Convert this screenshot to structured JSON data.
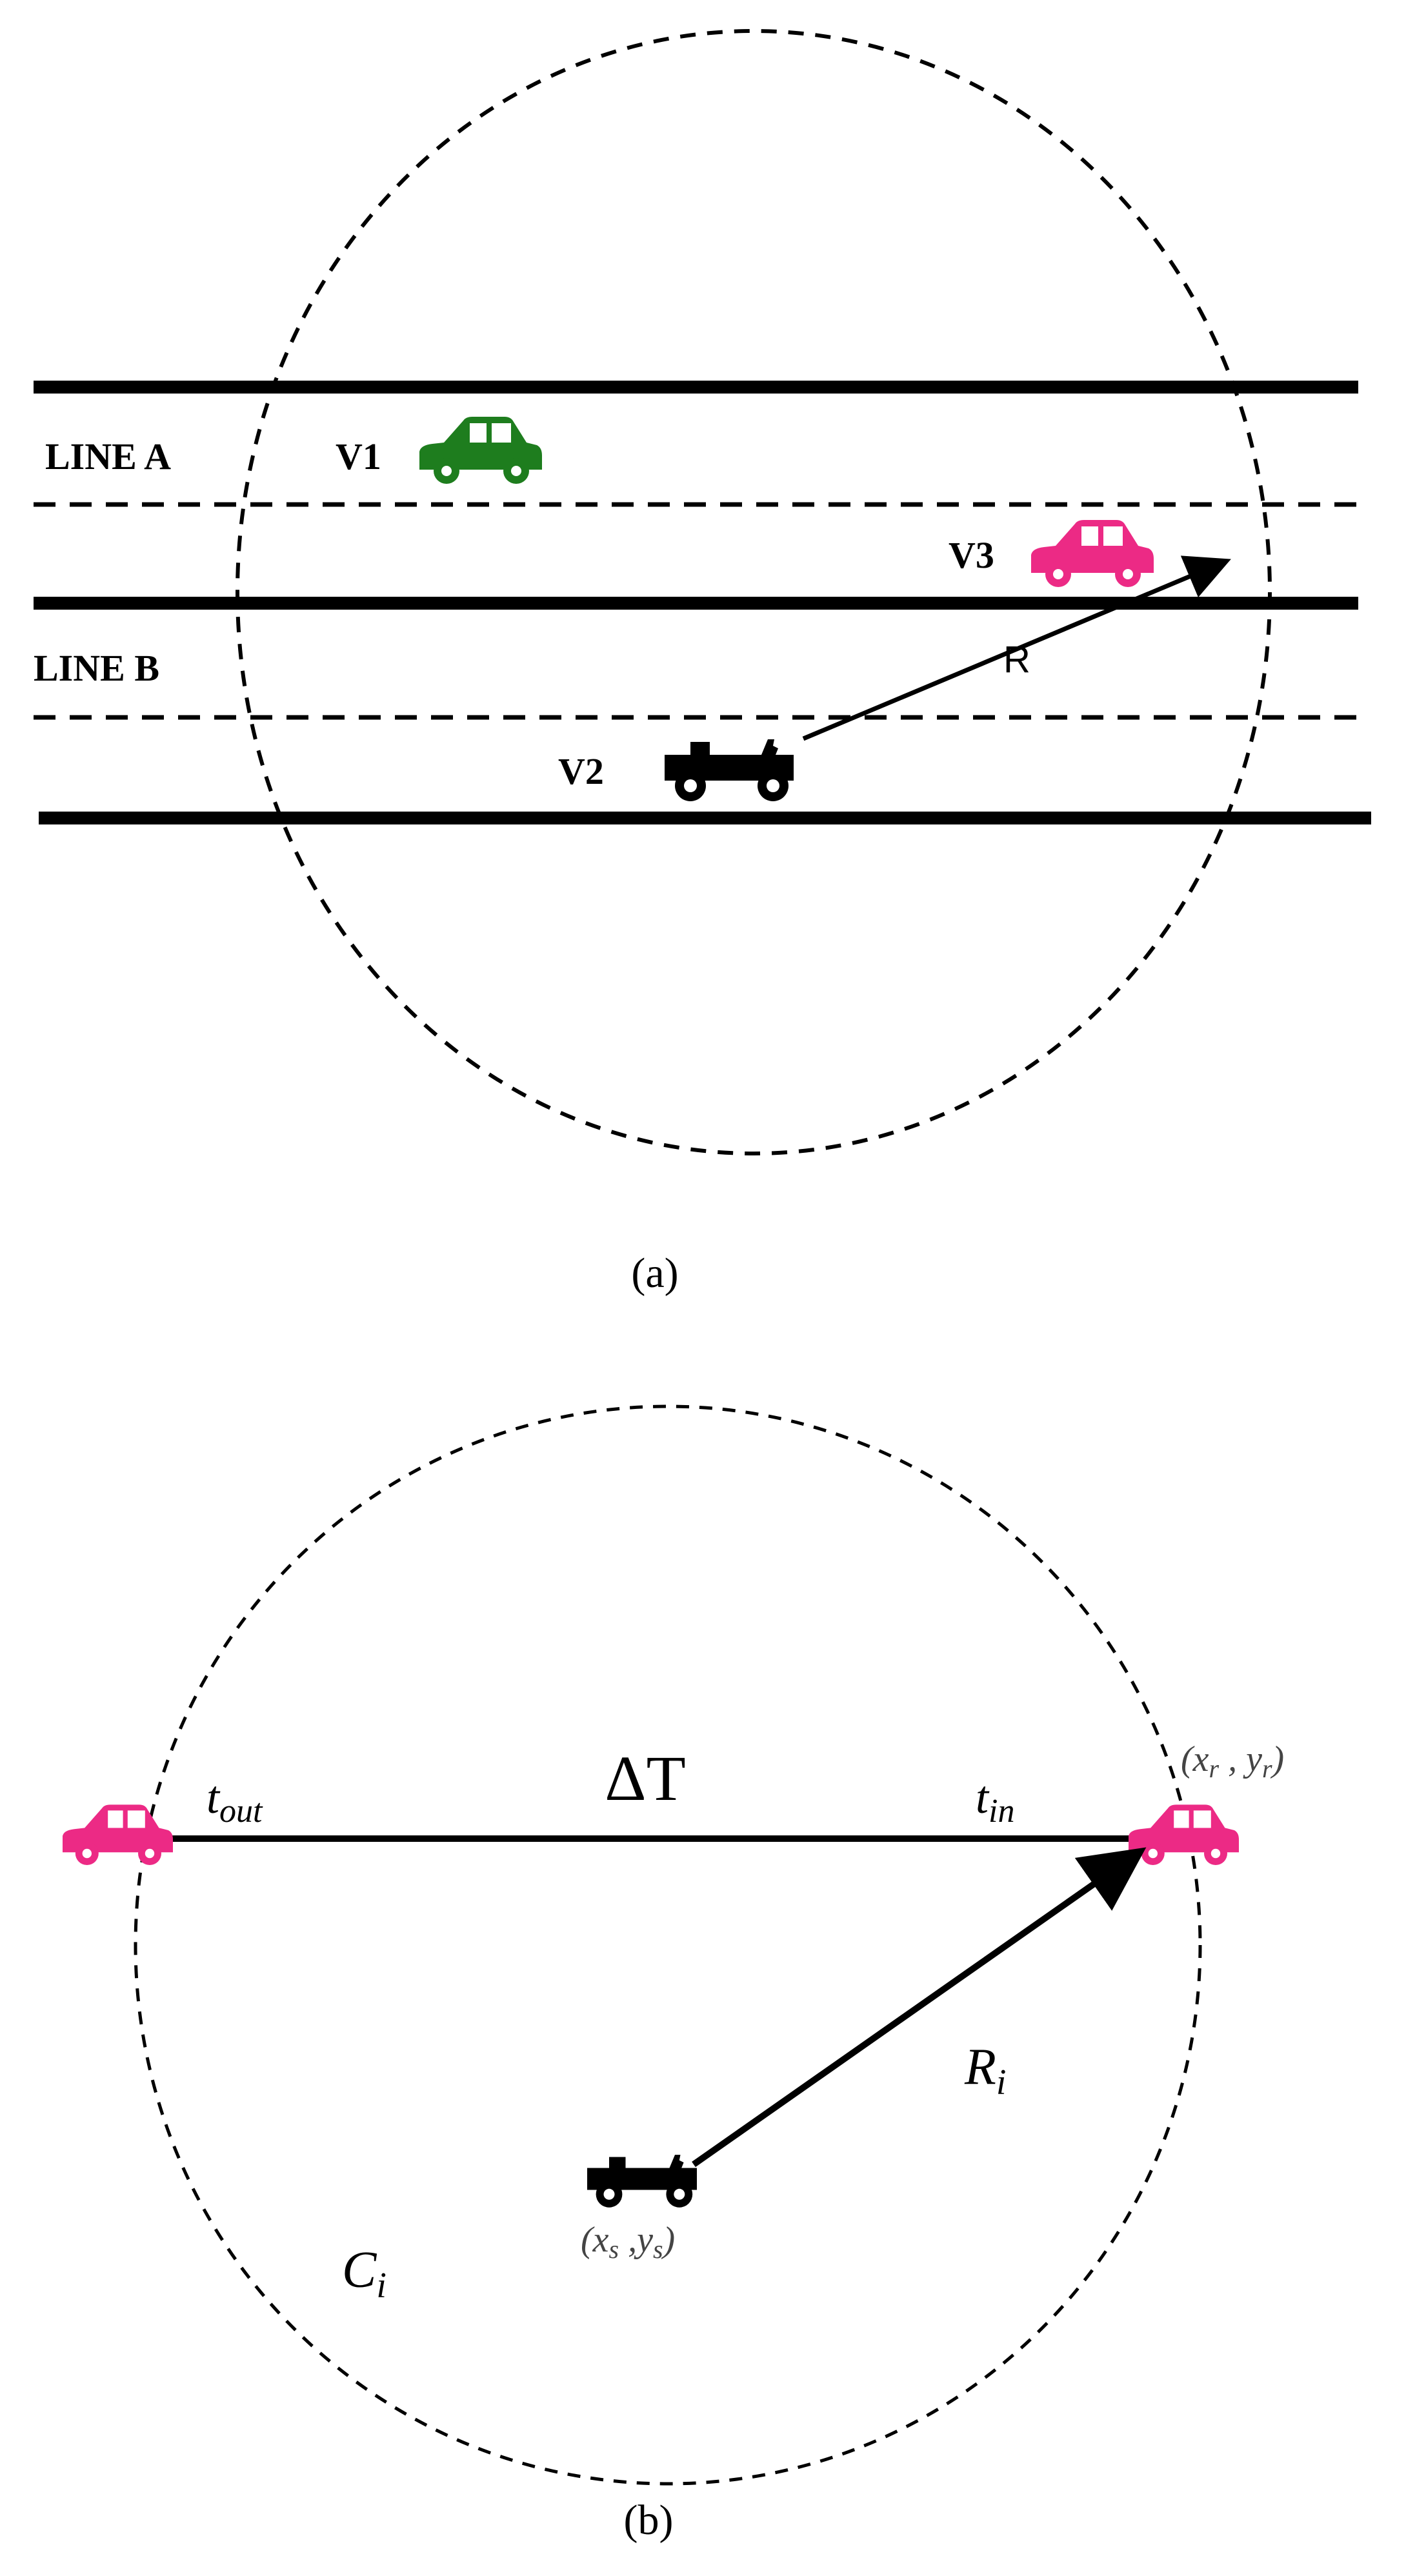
{
  "panel_a": {
    "lane_labels": {
      "line_a": "LINE A",
      "line_b": "LINE B"
    },
    "vehicles": {
      "v1": "V1",
      "v2": "V2",
      "v3": "V3"
    },
    "range_label": "R",
    "caption": "(a)"
  },
  "panel_b": {
    "delta_t": "ΔT",
    "t_out": {
      "base": "t",
      "sub": "out"
    },
    "t_in": {
      "base": "t",
      "sub": "in"
    },
    "radius": {
      "base": "R",
      "sub": "i"
    },
    "circle": {
      "base": "C",
      "sub": "i"
    },
    "receiver_coord": {
      "open": "(",
      "x": "x",
      "xsub": "r",
      "sep": " , ",
      "y": "y",
      "ysub": "r",
      "close": ")"
    },
    "sender_coord": {
      "open": "(",
      "x": "x",
      "xsub": "s",
      "sep": " ,",
      "y": "y",
      "ysub": "s",
      "close": ")"
    },
    "caption": "(b)"
  },
  "colors": {
    "v1_car": "#1e7d1e",
    "pink_car": "#ec2a85",
    "ink": "#000000"
  },
  "icons": {
    "car": "car-icon",
    "jeep": "jeep-icon",
    "arrow": "arrow-head-icon"
  }
}
